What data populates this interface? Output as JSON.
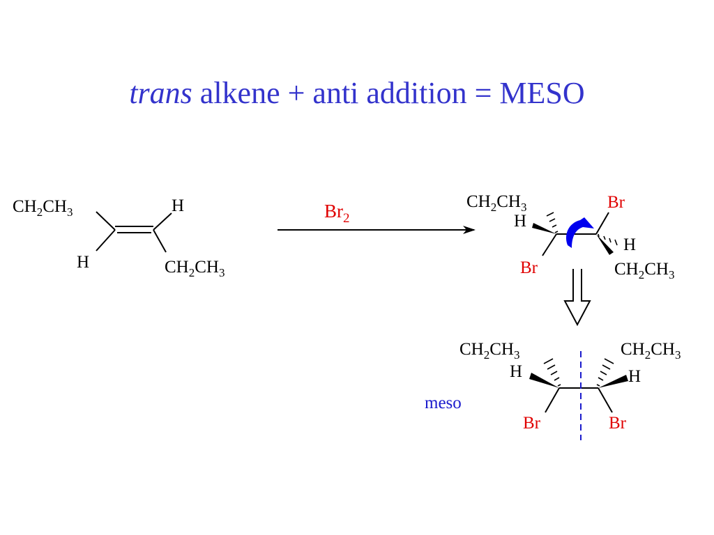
{
  "colors": {
    "title": "#3333cc",
    "bromine": "#e00000",
    "meso": "#1a1acc",
    "arrow": "#0000ee",
    "bond": "#000000"
  },
  "title": {
    "italic": "trans",
    "rest": " alkene + anti addition = MESO"
  },
  "reactant": {
    "ethyl_top_left": "CH",
    "ethyl_bottom_right": "CH",
    "h_top": "H",
    "h_bottom": "H",
    "sub_2": "2",
    "sub_3": "CH",
    "sub_3_num": "3"
  },
  "reagent": {
    "label": "Br",
    "subscript": "2"
  },
  "intermediate": {
    "ethyl_a": "CH",
    "ethyl_b": "CH",
    "h_left": "H",
    "h_right": "H",
    "br_left": "Br",
    "br_right": "Br"
  },
  "product": {
    "label": "meso",
    "ethyl_left": "CH",
    "ethyl_right": "CH",
    "h_left": "H",
    "h_right": "H",
    "br_left": "Br",
    "br_right": "Br"
  }
}
